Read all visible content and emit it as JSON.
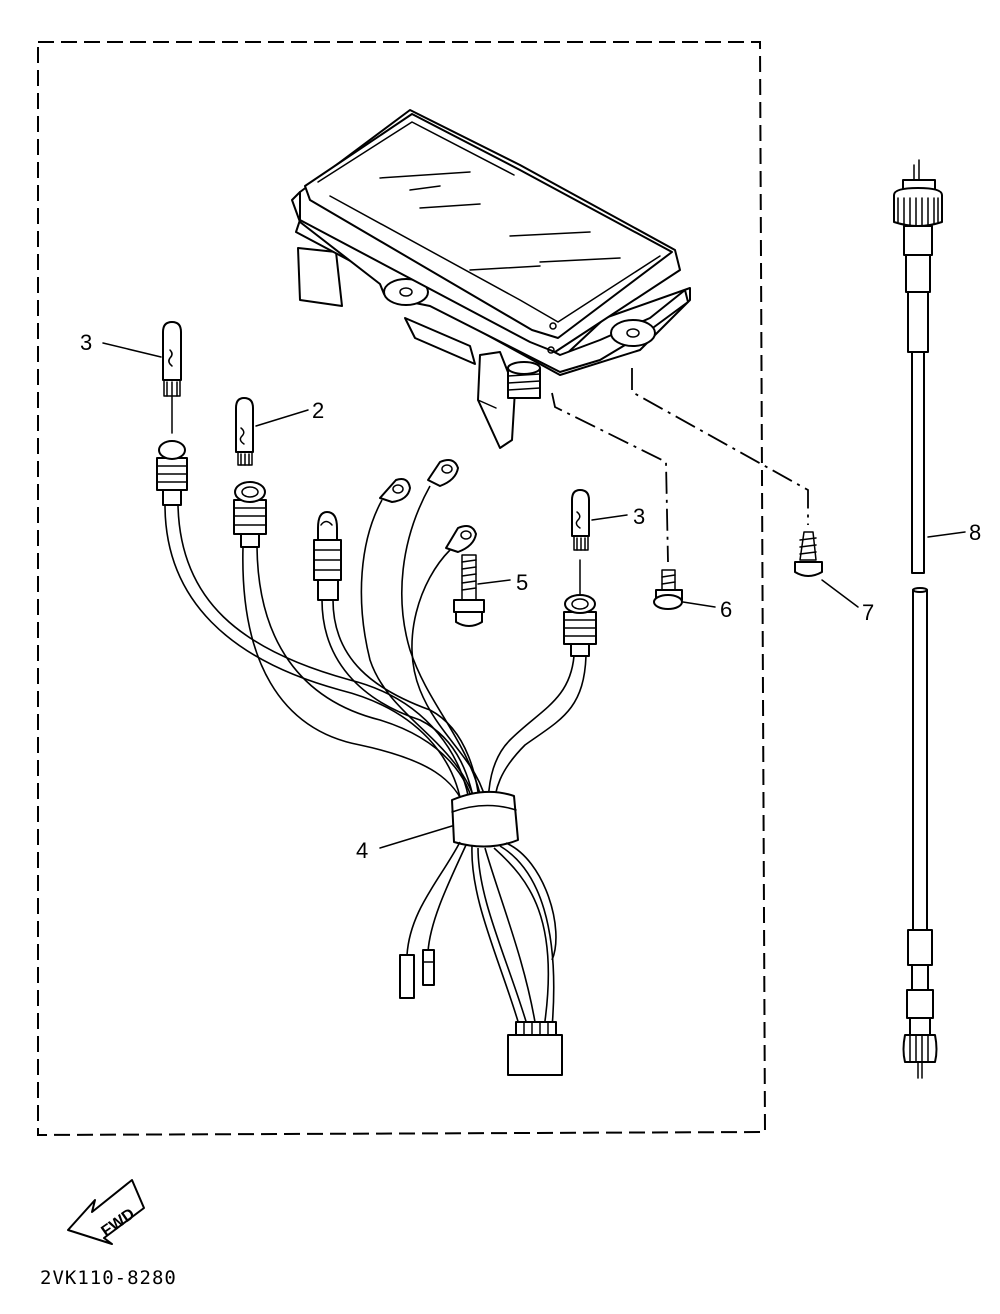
{
  "labels": {
    "bulb_left": "3",
    "bulb_2": "2",
    "bulb_right": "3",
    "harness": "4",
    "screw_5": "5",
    "screw_6": "6",
    "screw_7": "7",
    "cable": "8"
  },
  "fwd_arrow": "FWD",
  "drawing_code": "2VK110-8280"
}
